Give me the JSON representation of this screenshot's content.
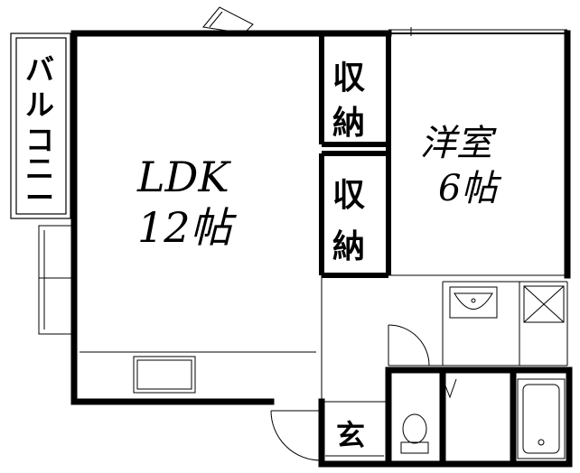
{
  "rooms": {
    "ldk": {
      "name": "LDK",
      "size": "12帖"
    },
    "western": {
      "name": "洋室",
      "size": "6帖"
    },
    "storage_top": {
      "chars": [
        "収",
        "納"
      ]
    },
    "storage_bottom": {
      "chars": [
        "収",
        "納"
      ]
    },
    "balcony": {
      "chars": [
        "バ",
        "ル",
        "コ",
        "ニ",
        "ー"
      ]
    },
    "entrance": {
      "name": "玄"
    }
  }
}
